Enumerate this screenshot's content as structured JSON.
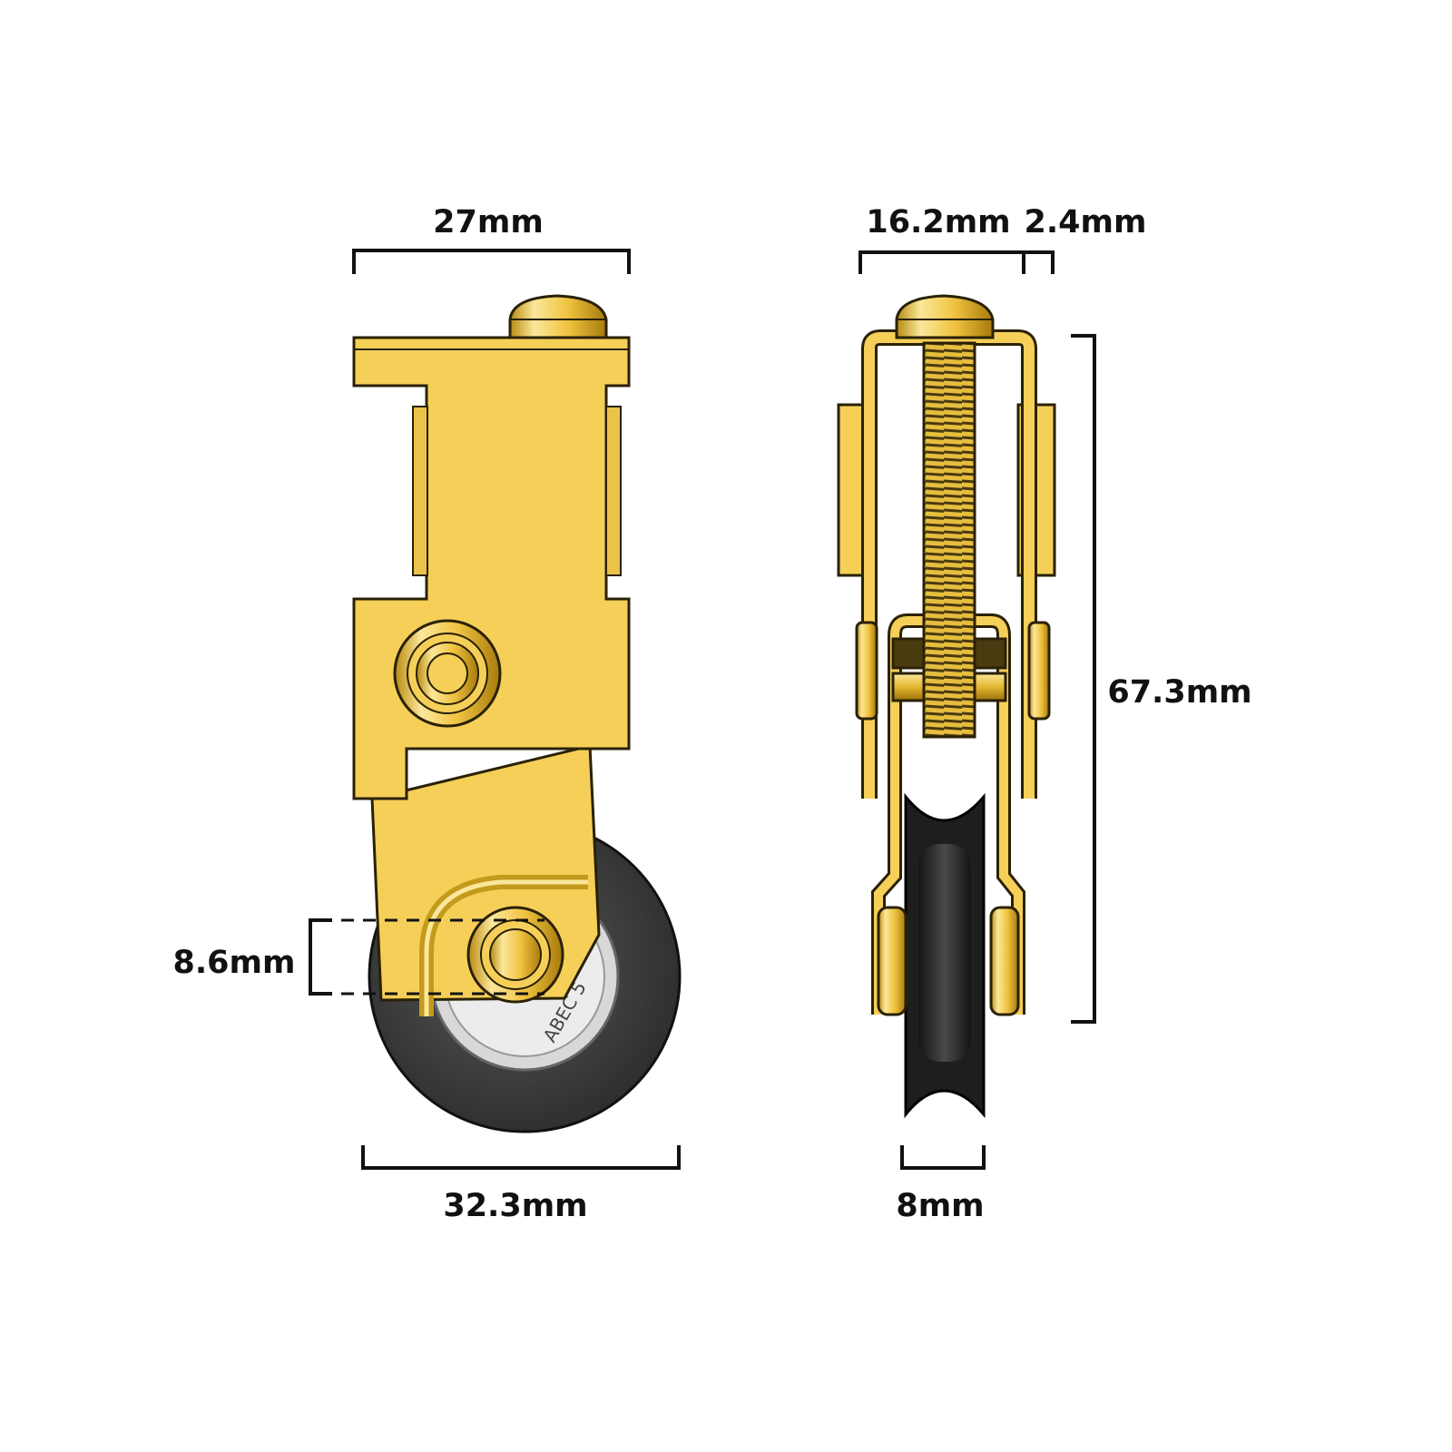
{
  "dimensions": {
    "front_top_width": "27mm",
    "front_wheel_width": "32.3mm",
    "front_bearing_hole": "8.6mm",
    "side_body_width": "16.2mm",
    "side_plate_thickness": "2.4mm",
    "side_total_height": "67.3mm",
    "side_groove_width": "8mm"
  },
  "bearing": {
    "marking": "ABEC 5"
  },
  "colors": {
    "brass": "#f5cf58",
    "brass_outline": "#2a2106",
    "brass_dark": "#c49a1c",
    "brass_shine": "#fbe79a",
    "wheel": "#3c3c3c",
    "wheel_dark": "#1e1e1e",
    "bearing": "#d8d8d8",
    "screw_thread": "#4a3a10",
    "dimension_line": "#111111"
  },
  "icons": {
    "screw_head": "screw-head-icon",
    "bearing_race": "bearing-icon"
  }
}
